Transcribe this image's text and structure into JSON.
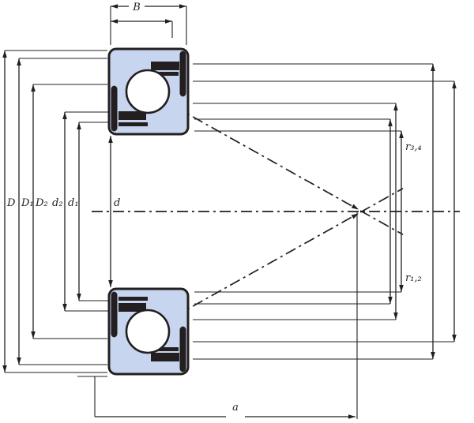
{
  "figure": {
    "title": "Angular contact ball bearing cross-section dimension drawing",
    "colors": {
      "ink": "#231f20",
      "bearing_fill": "#c7d5ef",
      "ball_fill": "#ffffff",
      "background": "#ffffff"
    },
    "labels": {
      "width": "B",
      "outer_diameter": "D",
      "outer_diameter_1": "D₁",
      "outer_diameter_2": "D₂",
      "bore_diameter": "d",
      "bore_diameter_1": "d₁",
      "bore_diameter_2": "d₂",
      "pressure_center_distance": "a",
      "fillet_top": "r₃,₄",
      "fillet_bottom": "r₁,₂"
    }
  }
}
